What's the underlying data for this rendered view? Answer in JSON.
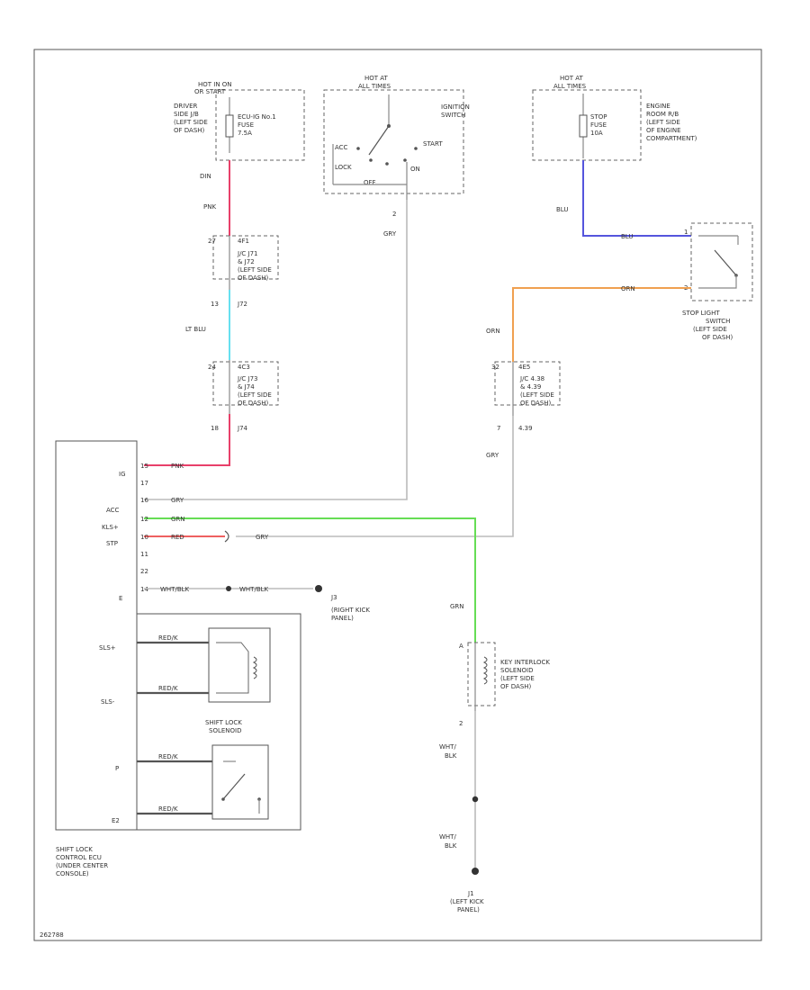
{
  "colors": {
    "pink": "#e8406a",
    "light_blue": "#66e0f0",
    "blue": "#5555dd",
    "orange": "#f0a050",
    "green": "#66dd55",
    "red": "#ee6060",
    "gray": "#999999",
    "black": "#444444"
  },
  "sources": {
    "left": {
      "title1": "HOT IN ON",
      "title2": "OR START",
      "desc": [
        "DRIVER",
        "SIDE J/B",
        "(LEFT SIDE",
        "OF DASH)"
      ],
      "fuse": [
        "ECU-IG No.1",
        "FUSE",
        "7.5A"
      ]
    },
    "mid": {
      "title1": "HOT AT",
      "title2": "ALL TIMES",
      "desc": [
        "IGNITION",
        "SWITCH"
      ],
      "positions": {
        "acc": "ACC",
        "lock": "LOCK",
        "off": "OFF",
        "on": "ON",
        "start": "START"
      },
      "pin": "2"
    },
    "right": {
      "title1": "HOT AT",
      "title2": "ALL TIMES",
      "desc": [
        "ENGINE",
        "ROOM R/B",
        "(LEFT SIDE",
        "OF ENGINE",
        "COMPARTMENT)"
      ],
      "fuse": [
        "STOP",
        "FUSE",
        "10A"
      ]
    }
  },
  "wires": {
    "pink": "PNK",
    "gray": "GRY",
    "lt_blu": "LT BLU",
    "blu": "BLU",
    "orn": "ORN",
    "grn": "GRN",
    "red": "RED",
    "wht_blk": "WHT/BLK",
    "wht": "WHT/",
    "blk": "BLK",
    "redk": "RED/K"
  },
  "junctions": {
    "j1": {
      "pin_top": "27",
      "ref_top": "4F1",
      "desc": [
        "J/C J71",
        "& J72",
        "(LEFT SIDE",
        "OF DASH)"
      ],
      "pin_bot": "13",
      "ref_bot": "J72",
      "label_top": "DIN"
    },
    "j2": {
      "pin_top": "24",
      "ref_top": "4C3",
      "desc": [
        "J/C J73",
        "& J74",
        "(LEFT SIDE",
        "OF DASH)"
      ],
      "pin_bot": "18",
      "ref_bot": "J74"
    },
    "j3": {
      "pin_top": "32",
      "ref_top": "4E5",
      "desc": [
        "J/C 4.38",
        "& 4.39",
        "(LEFT SIDE",
        "OF DASH)"
      ],
      "pin_bot": "7",
      "ref_bot": "4.39"
    }
  },
  "stop_switch": {
    "desc": [
      "STOP LIGHT",
      "SWITCH",
      "(LEFT SIDE",
      "OF DASH)"
    ],
    "pin1": "1",
    "pin2": "2"
  },
  "ecu": {
    "pins": [
      {
        "name": "IG",
        "num": "15"
      },
      {
        "name": "",
        "num": "17"
      },
      {
        "name": "ACC",
        "num": "16"
      },
      {
        "name": "KLS+",
        "num": "12"
      },
      {
        "name": "STP",
        "num": "10"
      },
      {
        "name": "",
        "num": "11"
      },
      {
        "name": "",
        "num": "22"
      },
      {
        "name": "E",
        "num": "14"
      }
    ],
    "inner": {
      "sls_plus": "SLS+",
      "sls_minus": "SLS-",
      "p": "P",
      "e2": "E2",
      "solenoid": [
        "SHIFT LOCK",
        "SOLENOID"
      ]
    },
    "desc": [
      "SHIFT LOCK",
      "CONTROL ECU",
      "(UNDER CENTER",
      "CONSOLE)"
    ]
  },
  "grounds": {
    "j3_ground": {
      "name": "J3",
      "desc": [
        "(RIGHT KICK",
        "PANEL)"
      ]
    },
    "j1_ground": {
      "name": "J1",
      "desc": [
        "(LEFT KICK",
        "PANEL)"
      ]
    }
  },
  "key_interlock": {
    "desc": [
      "KEY INTERLOCK",
      "SOLENOID",
      "(LEFT SIDE",
      "OF DASH)"
    ],
    "pin_top": "A",
    "pin_bot": "2"
  },
  "footer": {
    "code": "262788"
  }
}
